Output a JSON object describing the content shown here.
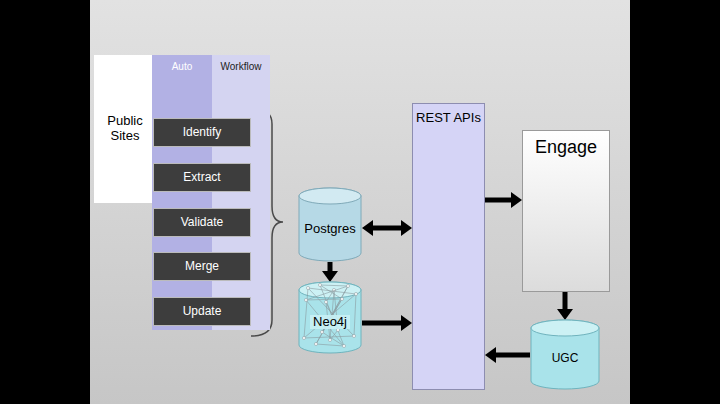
{
  "diagram": {
    "nodes": [
      {
        "text": [
          "Public Sites"
        ]
      },
      {
        "text": [
          "Auto"
        ]
      },
      {
        "text": [
          "Workflow"
        ]
      },
      {
        "text": [
          "Identify"
        ]
      },
      {
        "text": [
          "Extract"
        ]
      },
      {
        "text": [
          "Validate"
        ]
      },
      {
        "text": [
          "Merge"
        ]
      },
      {
        "text": [
          "Update"
        ]
      },
      {
        "text": [
          "Postgres"
        ]
      },
      {
        "text": [
          "Neo4j"
        ]
      },
      {
        "text": [
          "REST APIs"
        ]
      },
      {
        "text": [
          "Engage"
        ]
      },
      {
        "text": [
          "UGC"
        ]
      }
    ],
    "edges": [
      {
        "from": 8,
        "to": 10,
        "arrow": "both"
      },
      {
        "from": 8,
        "to": 9,
        "arrow": "to"
      },
      {
        "from": 9,
        "to": 10,
        "arrow": "to"
      },
      {
        "from": 10,
        "to": 11,
        "arrow": "to"
      },
      {
        "from": 11,
        "to": 12,
        "arrow": "to"
      },
      {
        "from": 12,
        "to": 10,
        "arrow": "to"
      }
    ]
  }
}
